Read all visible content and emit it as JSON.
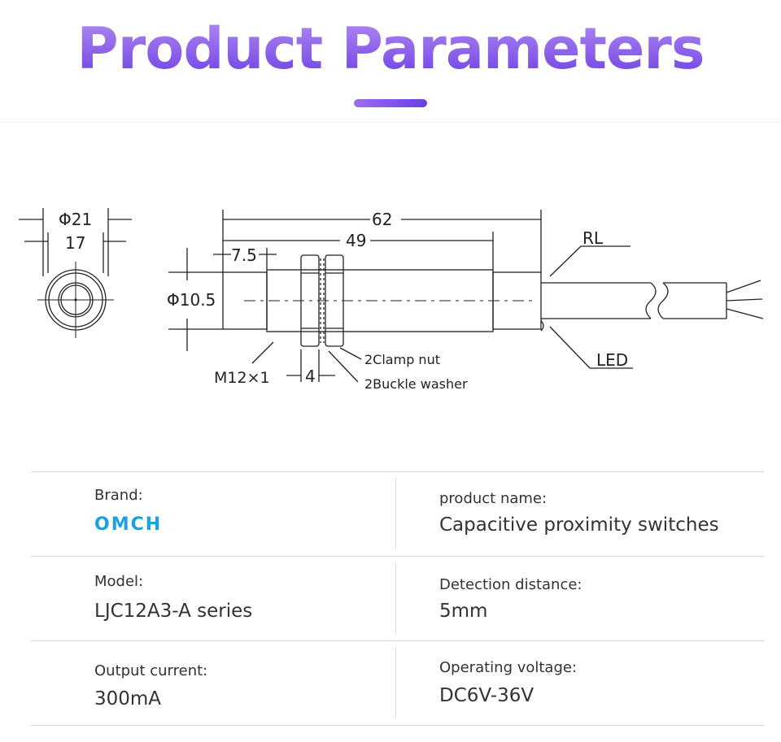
{
  "header": {
    "title": "Product Parameters"
  },
  "drawing": {
    "end_view": {
      "outer_dia": "Φ21",
      "inner_dia": "17"
    },
    "side_view": {
      "total_length": "62",
      "thread_length": "49",
      "front_offset": "7.5",
      "body_dia": "Φ10.5",
      "thread_spec": "M12×1",
      "nut_width": "4",
      "clamp_nut": "2Clamp nut",
      "buckle_washer": "2Buckle washer",
      "rl_label": "RL",
      "led_label": "LED"
    }
  },
  "params": {
    "brand": {
      "label": "Brand:",
      "logo_text": "OMCH"
    },
    "product_name": {
      "label": "product name:",
      "value": "Capacitive proximity switches"
    },
    "model": {
      "label": "Model:",
      "value": "LJC12A3-A series"
    },
    "detection": {
      "label": "Detection distance:",
      "value": "5mm"
    },
    "output": {
      "label": "Output current:",
      "value": "300mA"
    },
    "voltage": {
      "label": "Operating voltage:",
      "value": "DC6V-36V"
    }
  },
  "colors": {
    "title_top": "#b48ef2",
    "title_bottom": "#6a3ee3",
    "brand": "#1aa0e6"
  }
}
